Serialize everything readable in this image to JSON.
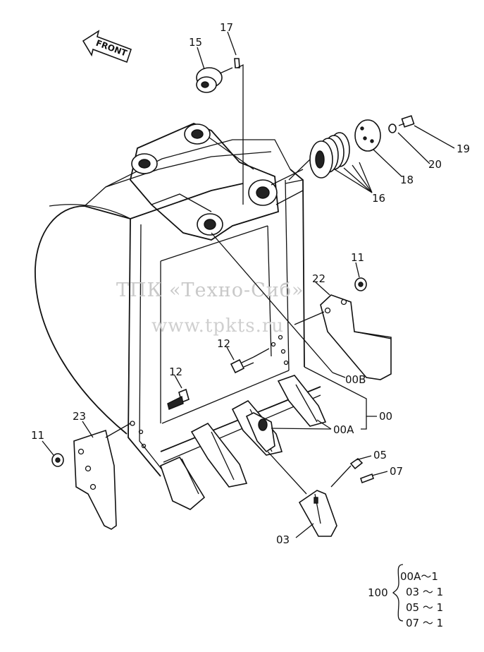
{
  "watermark": {
    "line1": "ТПК «Техно-Сиб»",
    "line2": "www.tpkts.ru"
  },
  "front_arrow": {
    "label": "FRONT"
  },
  "callouts": {
    "c17": "17",
    "c15": "15",
    "c19": "19",
    "c20": "20",
    "c18": "18",
    "c16": "16",
    "c11a": "11",
    "c22": "22",
    "c12a": "12",
    "c12b": "12",
    "c00b": "00B",
    "c00": "00",
    "c00a": "00A",
    "c23": "23",
    "c11b": "11",
    "c05": "05",
    "c07": "07",
    "c03": "03"
  },
  "kit": {
    "number": "100",
    "items": [
      "00A～1",
      "03 ～ 1",
      "05 ～ 1",
      "07 ～ 1"
    ]
  }
}
